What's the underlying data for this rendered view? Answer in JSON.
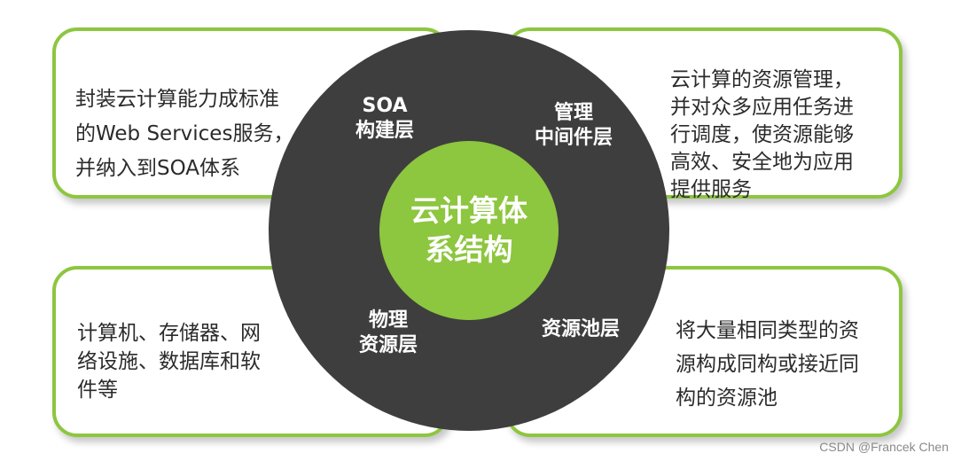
{
  "center": {
    "label": "云计算体\n系结构"
  },
  "layers": {
    "soa": "SOA\n构建层",
    "management": "管理\n中间件层",
    "physical": "物理\n资源层",
    "pool": "资源池层"
  },
  "descriptions": {
    "top_left": "封装云计算能力成标准\n的Web Services服务，\n并纳入到SOA体系",
    "top_right": "云计算的资源管理，\n并对众多应用任务进\n行调度，使资源能够\n高效、安全地为应用\n提供服务",
    "bottom_left": "计算机、存储器、网\n络设施、数据库和软\n件等",
    "bottom_right": "将大量相同类型的资\n源构成同构或接近同\n构的资源池"
  },
  "watermark": "CSDN @Francek Chen",
  "colors": {
    "accent_green": "#8dc63f",
    "ring_dark": "#3e3e3e",
    "text_dark": "#2b2b2b"
  }
}
